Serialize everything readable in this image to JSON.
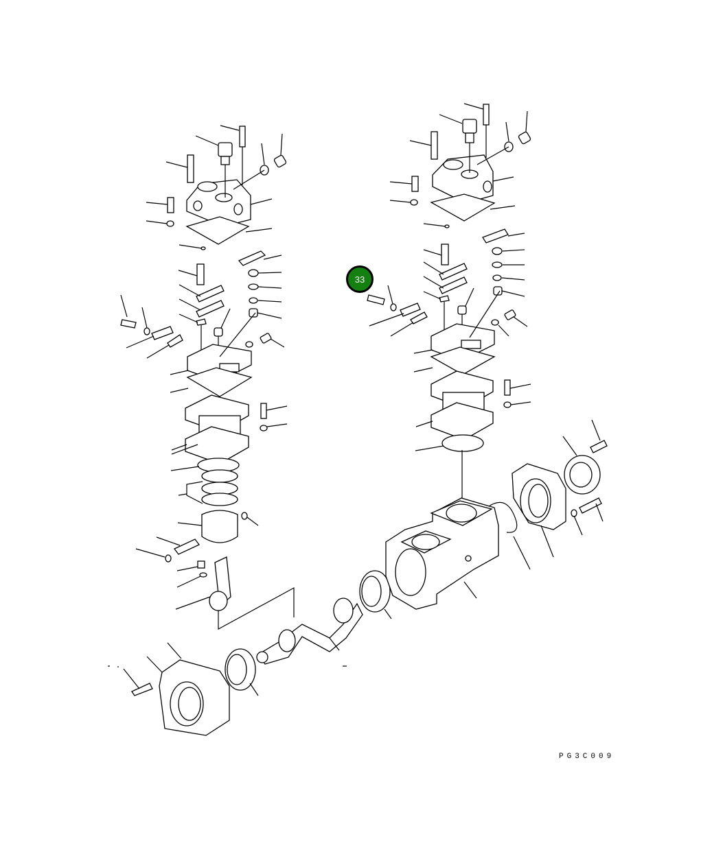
{
  "diagram": {
    "type": "exploded-parts-diagram",
    "subject": "twin-cylinder air compressor assembly",
    "background_color": "#ffffff",
    "callouts": [
      {
        "label": "33",
        "color": "#13800f",
        "border_color": "#000000",
        "target": "bolt"
      }
    ],
    "figure_code": "PG3C009"
  }
}
